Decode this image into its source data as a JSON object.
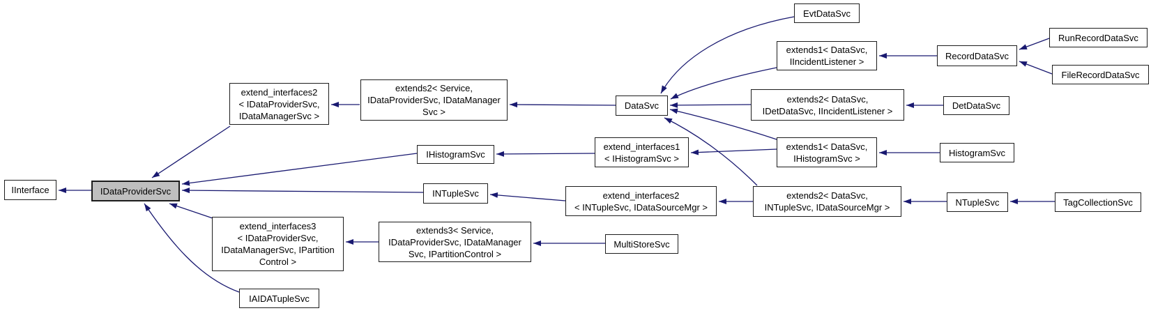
{
  "diagram": {
    "kind": "class-inheritance-graph",
    "highlighted_node": "idataprovidersvc"
  },
  "colors": {
    "edge": "#191970",
    "node_border": "#1c1c1c",
    "node_fill": "#ffffff",
    "highlight_fill": "#bfbfbf",
    "background": "#ffffff"
  },
  "nodes": {
    "iinterface": {
      "label": "IInterface"
    },
    "idataprovidersvc": {
      "label": "IDataProviderSvc"
    },
    "extend_interfaces2_dp": {
      "label": "extend_interfaces2\n< IDataProviderSvc,\nIDataManagerSvc >"
    },
    "extends2_service_dp": {
      "label": "extends2< Service,\nIDataProviderSvc, IDataManager\nSvc >"
    },
    "datasvc": {
      "label": "DataSvc"
    },
    "evtdatasvc": {
      "label": "EvtDataSvc"
    },
    "extends1_incident": {
      "label": "extends1< DataSvc,\nIIncidentListener >"
    },
    "recorddatasvc": {
      "label": "RecordDataSvc"
    },
    "runrecorddatasvc": {
      "label": "RunRecordDataSvc"
    },
    "filerecorddatasvc": {
      "label": "FileRecordDataSvc"
    },
    "extends2_det": {
      "label": "extends2< DataSvc,\nIDetDataSvc, IIncidentListener >"
    },
    "detdatasvc": {
      "label": "DetDataSvc"
    },
    "extends1_histo": {
      "label": "extends1< DataSvc,\nIHistogramSvc >"
    },
    "histogramsvc": {
      "label": "HistogramSvc"
    },
    "ihistogramsvc": {
      "label": "IHistogramSvc"
    },
    "extend_interfaces1_histo": {
      "label": "extend_interfaces1\n< IHistogramSvc >"
    },
    "intuplesvc": {
      "label": "INTupleSvc"
    },
    "extend_interfaces2_ntuple": {
      "label": "extend_interfaces2\n< INTupleSvc, IDataSourceMgr >"
    },
    "extends2_ntuple": {
      "label": "extends2< DataSvc,\nINTupleSvc, IDataSourceMgr >"
    },
    "ntuplesvc": {
      "label": "NTupleSvc"
    },
    "tagcollectionsvc": {
      "label": "TagCollectionSvc"
    },
    "extend_interfaces3_dp": {
      "label": "extend_interfaces3\n< IDataProviderSvc,\nIDataManagerSvc, IPartition\nControl >"
    },
    "extends3_service": {
      "label": "extends3< Service,\nIDataProviderSvc, IDataManager\nSvc, IPartitionControl >"
    },
    "multistoresvc": {
      "label": "MultiStoreSvc"
    },
    "iaidatuplesvc": {
      "label": "IAIDATupleSvc"
    }
  },
  "edges": [
    {
      "from": "idataprovidersvc",
      "to": "iinterface"
    },
    {
      "from": "extend_interfaces2_dp",
      "to": "idataprovidersvc"
    },
    {
      "from": "extends2_service_dp",
      "to": "extend_interfaces2_dp"
    },
    {
      "from": "datasvc",
      "to": "extends2_service_dp"
    },
    {
      "from": "evtdatasvc",
      "to": "datasvc"
    },
    {
      "from": "extends1_incident",
      "to": "datasvc"
    },
    {
      "from": "recorddatasvc",
      "to": "extends1_incident"
    },
    {
      "from": "runrecorddatasvc",
      "to": "recorddatasvc"
    },
    {
      "from": "filerecorddatasvc",
      "to": "recorddatasvc"
    },
    {
      "from": "extends2_det",
      "to": "datasvc"
    },
    {
      "from": "detdatasvc",
      "to": "extends2_det"
    },
    {
      "from": "extends1_histo",
      "to": "datasvc"
    },
    {
      "from": "histogramsvc",
      "to": "extends1_histo"
    },
    {
      "from": "extends2_ntuple",
      "to": "datasvc"
    },
    {
      "from": "ntuplesvc",
      "to": "extends2_ntuple"
    },
    {
      "from": "tagcollectionsvc",
      "to": "ntuplesvc"
    },
    {
      "from": "ihistogramsvc",
      "to": "idataprovidersvc"
    },
    {
      "from": "extend_interfaces1_histo",
      "to": "ihistogramsvc"
    },
    {
      "from": "extends1_histo",
      "to": "extend_interfaces1_histo"
    },
    {
      "from": "intuplesvc",
      "to": "idataprovidersvc"
    },
    {
      "from": "extend_interfaces2_ntuple",
      "to": "intuplesvc"
    },
    {
      "from": "extends2_ntuple",
      "to": "extend_interfaces2_ntuple"
    },
    {
      "from": "extend_interfaces3_dp",
      "to": "idataprovidersvc"
    },
    {
      "from": "extends3_service",
      "to": "extend_interfaces3_dp"
    },
    {
      "from": "multistoresvc",
      "to": "extends3_service"
    },
    {
      "from": "iaidatuplesvc",
      "to": "idataprovidersvc"
    }
  ]
}
